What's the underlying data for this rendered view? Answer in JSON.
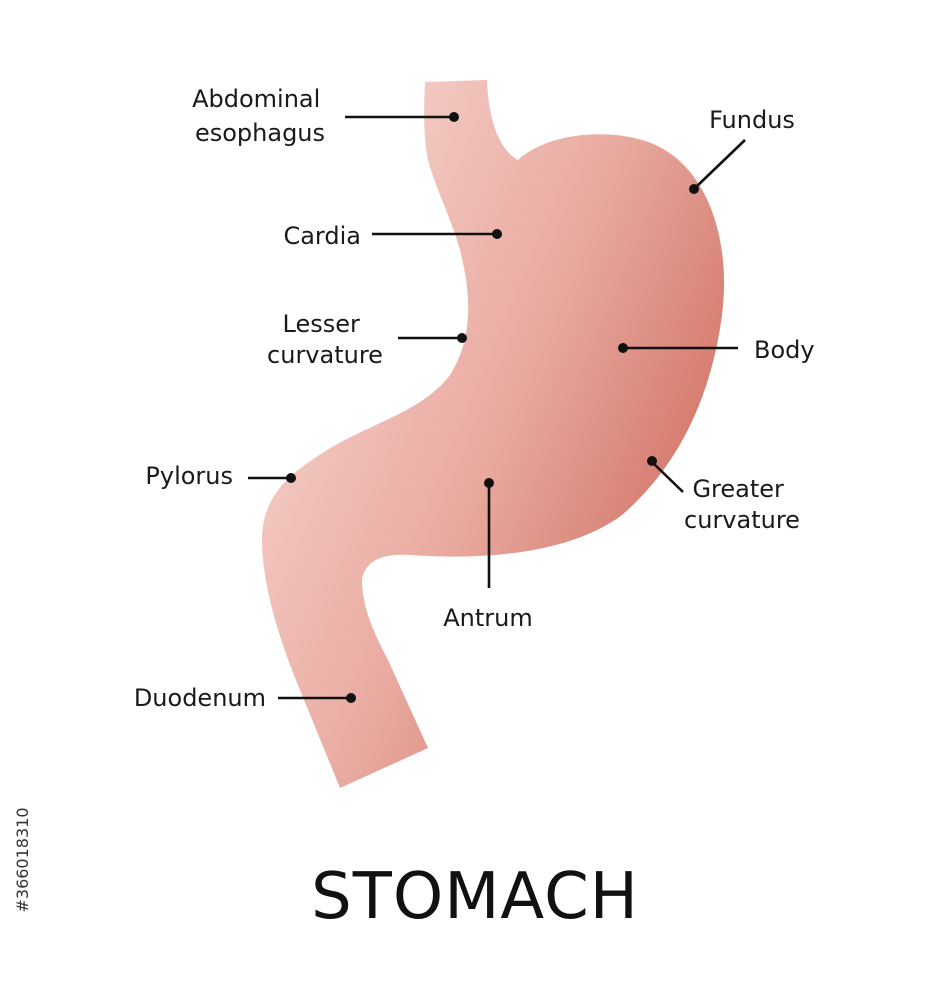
{
  "title": "STOMACH",
  "stock_id": "#366018310",
  "colors": {
    "stomach_light": "#f2c3bb",
    "stomach_mid": "#e49c90",
    "stomach_dark": "#cf6a5c",
    "line": "#111111"
  },
  "labels": {
    "abdominal_esophagus": [
      "Abdominal",
      "esophagus"
    ],
    "cardia": "Cardia",
    "lesser_curvature": [
      "Lesser",
      "curvature"
    ],
    "pylorus": "Pylorus",
    "duodenum": "Duodenum",
    "fundus": "Fundus",
    "body": "Body",
    "greater_curvature": [
      "Greater",
      "curvature"
    ],
    "antrum": "Antrum"
  }
}
